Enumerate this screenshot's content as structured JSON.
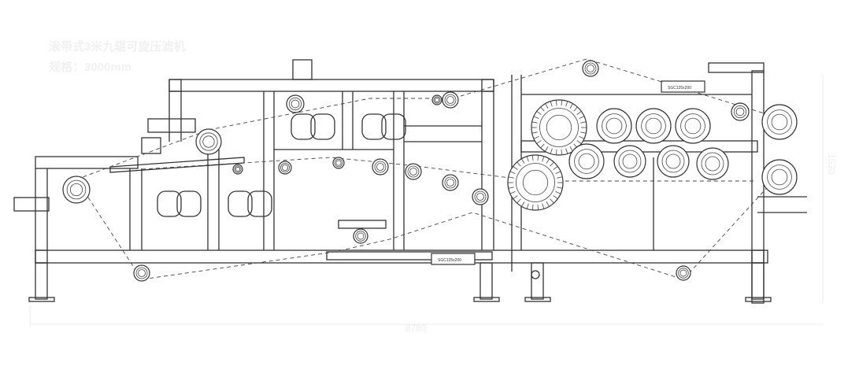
{
  "title": {
    "line1": "滚带式3米九辊可旋压滤机",
    "line2": "规格：3000mm"
  },
  "dimensions": {
    "overall_length": "8780",
    "overall_height": "1530"
  },
  "cylinders": {
    "top_label": "SGC125x200",
    "bottom_label": "SGC125x200"
  }
}
